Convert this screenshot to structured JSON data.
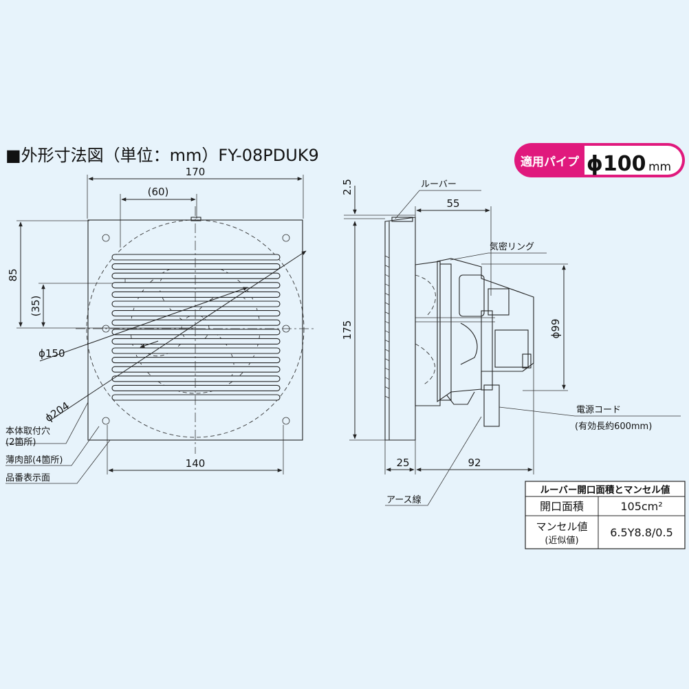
{
  "header": {
    "title": "■外形寸法図（単位：mm）FY-08PDUK9"
  },
  "badge": {
    "label": "適用パイプ",
    "value": "ϕ100",
    "unit": "mm",
    "accent_color": "#e0197d"
  },
  "front_view": {
    "width": "170",
    "inner_width": "(60)",
    "height": "85",
    "inner_height": "(35)",
    "phi_fan": "ϕ150",
    "phi_mount": "ϕ204",
    "bottom_width": "140",
    "label_mount_holes": "本体取付穴",
    "label_mount_holes_count": "(2箇所)",
    "label_thin_part": "薄肉部(4箇所)",
    "label_model_face": "品番表示面"
  },
  "side_view": {
    "louver_label": "ルーバー",
    "top_offset": "2.5",
    "depth_upper": "55",
    "airtight_ring": "気密リング",
    "height": "175",
    "pipe_dia": "ϕ99",
    "power_cord": "電源コード",
    "power_cord_len": "(有効長約600mm)",
    "depth_front": "25",
    "depth_total": "92",
    "earth_wire": "アース線"
  },
  "spec_table": {
    "title": "ルーバー開口面積とマンセル値",
    "rows": [
      {
        "label": "開口面積",
        "value": "105cm²"
      },
      {
        "label": "マンセル値",
        "sublabel": "(近似値)",
        "value": "6.5Y8.8/0.5"
      }
    ]
  }
}
